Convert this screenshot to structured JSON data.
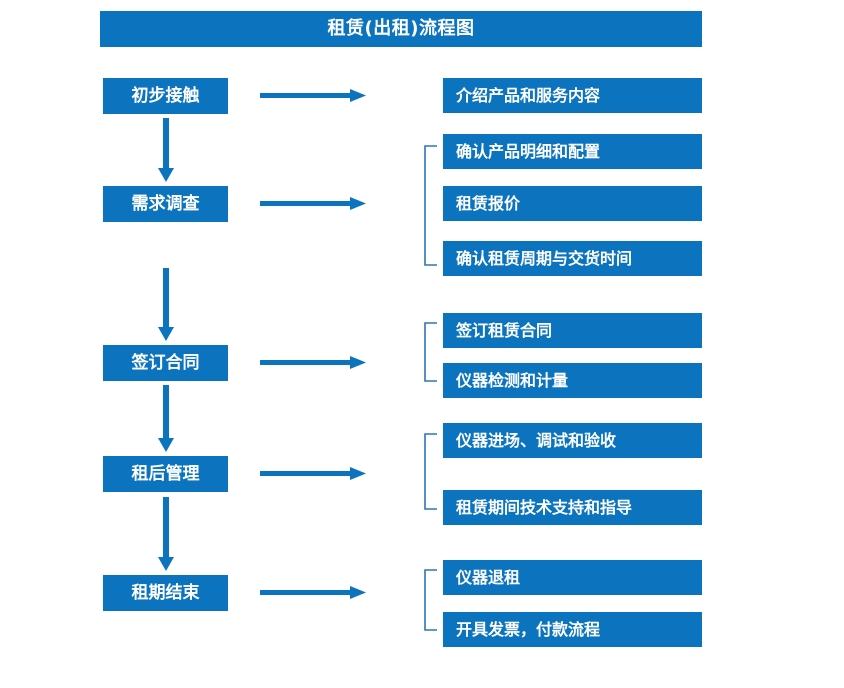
{
  "title": {
    "text": "租赁(出租)流程图"
  },
  "colors": {
    "box_blue": "#0C74BF",
    "arrow_blue": "#0C74BF",
    "bracket_blue": "#2E75B6",
    "box_text": "#FFFFFF",
    "background": "#FFFFFF"
  },
  "chart_data": {
    "type": "diagram",
    "title": "租赁(出租)流程图",
    "orientation": "vertical-stages-with-detail-branches",
    "stages": [
      {
        "id": "stage-1",
        "label": "初步接触",
        "details": [
          "介绍产品和服务内容"
        ]
      },
      {
        "id": "stage-2",
        "label": "需求调查",
        "details": [
          "确认产品明细和配置",
          "租赁报价",
          "确认租赁周期与交货时间"
        ]
      },
      {
        "id": "stage-3",
        "label": "签订合同",
        "details": [
          "签订租赁合同",
          "仪器检测和计量"
        ]
      },
      {
        "id": "stage-4",
        "label": "租后管理",
        "details": [
          "仪器进场、调试和验收",
          "租赁期间技术支持和指导"
        ]
      },
      {
        "id": "stage-5",
        "label": "租期结束",
        "details": [
          "仪器退租",
          "开具发票，付款流程"
        ]
      }
    ]
  },
  "stages": [
    {
      "label": "初步接触"
    },
    {
      "label": "需求调查"
    },
    {
      "label": "签订合同"
    },
    {
      "label": "租后管理"
    },
    {
      "label": "租期结束"
    }
  ],
  "details": [
    {
      "label": "介绍产品和服务内容"
    },
    {
      "label": "确认产品明细和配置"
    },
    {
      "label": "租赁报价"
    },
    {
      "label": "确认租赁周期与交货时间"
    },
    {
      "label": "签订租赁合同"
    },
    {
      "label": "仪器检测和计量"
    },
    {
      "label": "仪器进场、调试和验收"
    },
    {
      "label": "租赁期间技术支持和指导"
    },
    {
      "label": "仪器退租"
    },
    {
      "label": "开具发票，付款流程"
    }
  ]
}
